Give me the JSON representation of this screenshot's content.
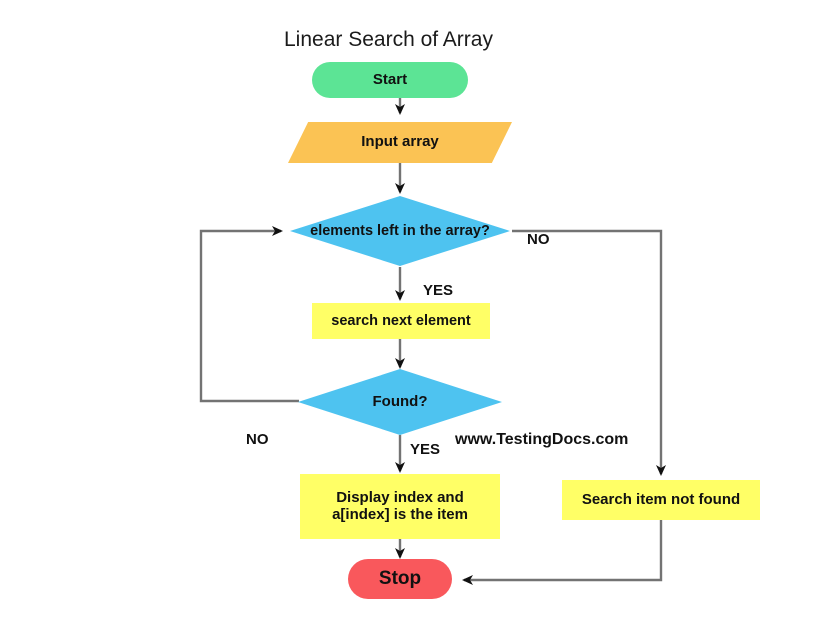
{
  "diagram": {
    "title": "Linear Search of Array",
    "watermark": "www.TestingDocs.com",
    "colors": {
      "start": "#5ce495",
      "stop": "#f9585c",
      "io": "#fbc354",
      "decision": "#4ec3f0",
      "process": "#ffff66",
      "connector": "#737373",
      "text": "#111111",
      "background": "#ffffff"
    },
    "nodes": [
      {
        "id": "start",
        "type": "terminator",
        "label": "Start"
      },
      {
        "id": "input_array",
        "type": "input-output",
        "label": "Input array"
      },
      {
        "id": "elements_left",
        "type": "decision",
        "label": "elements left in the array?"
      },
      {
        "id": "search_next",
        "type": "process",
        "label": "search next element"
      },
      {
        "id": "found",
        "type": "decision",
        "label": "Found?"
      },
      {
        "id": "display_index",
        "type": "process",
        "label_line1": "Display index and",
        "label_line2": "a[index] is the item"
      },
      {
        "id": "not_found",
        "type": "process",
        "label": "Search item not found"
      },
      {
        "id": "stop",
        "type": "terminator",
        "label": "Stop"
      }
    ],
    "edge_labels": {
      "elements_left_no": "NO",
      "elements_left_yes": "YES",
      "found_no": "NO",
      "found_yes": "YES"
    }
  }
}
